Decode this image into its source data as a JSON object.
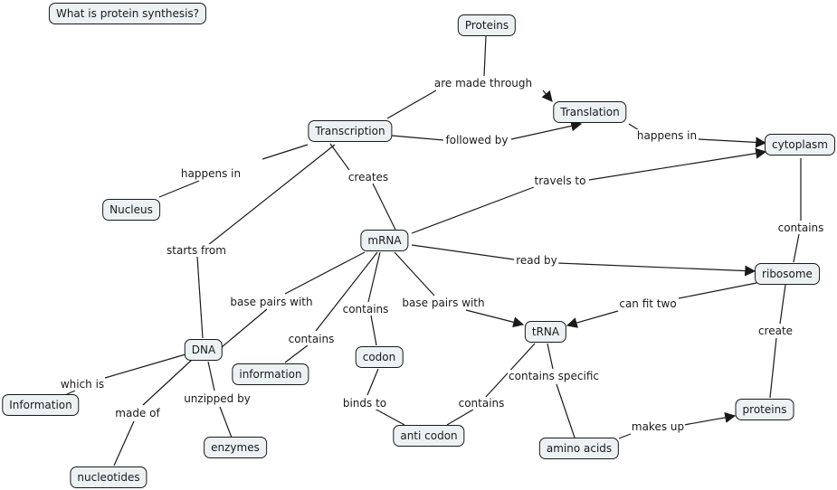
{
  "map": {
    "title": "What is protein synthesis?",
    "line_color": "#1a1a1a",
    "node_fill": "#ecf2f4"
  },
  "nodes": [
    {
      "id": "title",
      "label": "What is protein synthesis?"
    },
    {
      "id": "proteins_top",
      "label": "Proteins"
    },
    {
      "id": "transcription",
      "label": "Transcription"
    },
    {
      "id": "translation",
      "label": "Translation"
    },
    {
      "id": "cytoplasm",
      "label": "cytoplasm"
    },
    {
      "id": "nucleus",
      "label": "Nucleus"
    },
    {
      "id": "mrna",
      "label": "mRNA"
    },
    {
      "id": "ribosome",
      "label": "ribosome"
    },
    {
      "id": "trna",
      "label": "tRNA"
    },
    {
      "id": "dna",
      "label": "DNA"
    },
    {
      "id": "information_small",
      "label": "information"
    },
    {
      "id": "codon",
      "label": "codon"
    },
    {
      "id": "information_big",
      "label": "Information"
    },
    {
      "id": "enzymes",
      "label": "enzymes"
    },
    {
      "id": "anticodon",
      "label": "anti codon"
    },
    {
      "id": "amino_acids",
      "label": "amino acids"
    },
    {
      "id": "proteins_bottom",
      "label": "proteins"
    },
    {
      "id": "nucleotides",
      "label": "nucleotides"
    }
  ],
  "links": [
    {
      "label": "are made through",
      "from": "proteins_top",
      "to": [
        "transcription",
        "translation"
      ]
    },
    {
      "label": "followed by",
      "from": "transcription",
      "to": [
        "translation"
      ]
    },
    {
      "label": "happens in",
      "from": "translation",
      "to": [
        "cytoplasm"
      ]
    },
    {
      "label": "happens in",
      "from": "transcription",
      "to": [
        "nucleus"
      ]
    },
    {
      "label": "creates",
      "from": "transcription",
      "to": [
        "mrna"
      ]
    },
    {
      "label": "starts from",
      "from": "transcription",
      "to": [
        "dna"
      ]
    },
    {
      "label": "travels to",
      "from": "mrna",
      "to": [
        "cytoplasm"
      ]
    },
    {
      "label": "contains",
      "from": "cytoplasm",
      "to": [
        "ribosome"
      ]
    },
    {
      "label": "read by",
      "from": "mrna",
      "to": [
        "ribosome"
      ]
    },
    {
      "label": "base pairs with",
      "from": "mrna",
      "to": [
        "dna"
      ]
    },
    {
      "label": "contains",
      "from": "mrna",
      "to": [
        "information_small"
      ]
    },
    {
      "label": "contains",
      "from": "mrna",
      "to": [
        "codon"
      ]
    },
    {
      "label": "base pairs with",
      "from": "mrna",
      "to": [
        "trna"
      ]
    },
    {
      "label": "can fit two",
      "from": "ribosome",
      "to": [
        "trna"
      ]
    },
    {
      "label": "create",
      "from": "ribosome",
      "to": [
        "proteins_bottom"
      ]
    },
    {
      "label": "which is",
      "from": "dna",
      "to": [
        "information_big"
      ]
    },
    {
      "label": "made of",
      "from": "dna",
      "to": [
        "nucleotides"
      ]
    },
    {
      "label": "unzipped by",
      "from": "dna",
      "to": [
        "enzymes"
      ]
    },
    {
      "label": "binds to",
      "from": "codon",
      "to": [
        "anticodon"
      ]
    },
    {
      "label": "contains",
      "from": "trna",
      "to": [
        "anticodon"
      ]
    },
    {
      "label": "contains specific",
      "from": "trna",
      "to": [
        "amino_acids"
      ]
    },
    {
      "label": "makes up",
      "from": "amino_acids",
      "to": [
        "proteins_bottom"
      ]
    }
  ]
}
